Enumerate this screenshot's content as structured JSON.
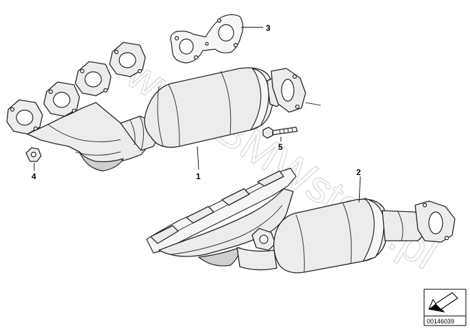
{
  "diagram": {
    "callouts": {
      "c1": "1",
      "c2": "2",
      "c3": "3",
      "c4": "4",
      "c5": "5"
    },
    "watermark": "www.BMWstore.pl",
    "reference_number": "00146039",
    "icons": {
      "direction": "arrow-down-left-icon"
    },
    "colors": {
      "line": "#222222",
      "fill": "#ececec",
      "background": "#ffffff"
    }
  }
}
